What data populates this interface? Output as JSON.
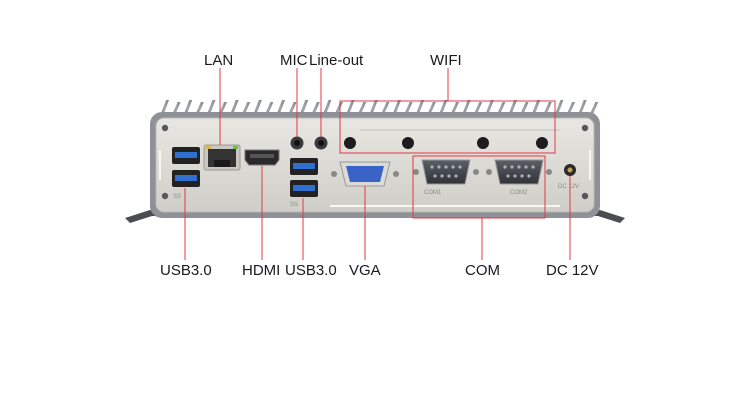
{
  "labels": {
    "lan": "LAN",
    "mic": "MIC",
    "line_out": "Line-out",
    "wifi": "WIFI",
    "usb_left": "USB3.0",
    "hdmi": "HDMI",
    "usb_mid": "USB3.0",
    "vga": "VGA",
    "com": "COM",
    "dc": "DC 12V"
  },
  "panel_marks": {
    "com1": "COM1",
    "com2": "COM2",
    "dc": "DC 12V",
    "usb_logo": "SS"
  },
  "colors": {
    "callout": "#e03a44",
    "fin": "#8d9096",
    "fin_dark": "#6d7076",
    "plate": "#dcdbd6",
    "plate_edge": "#b9b8b2",
    "usb_blue": "#2f6fd0",
    "vga_blue": "#3a63c8",
    "port_dark": "#2a2a2c",
    "feet": "#4a4c50"
  }
}
